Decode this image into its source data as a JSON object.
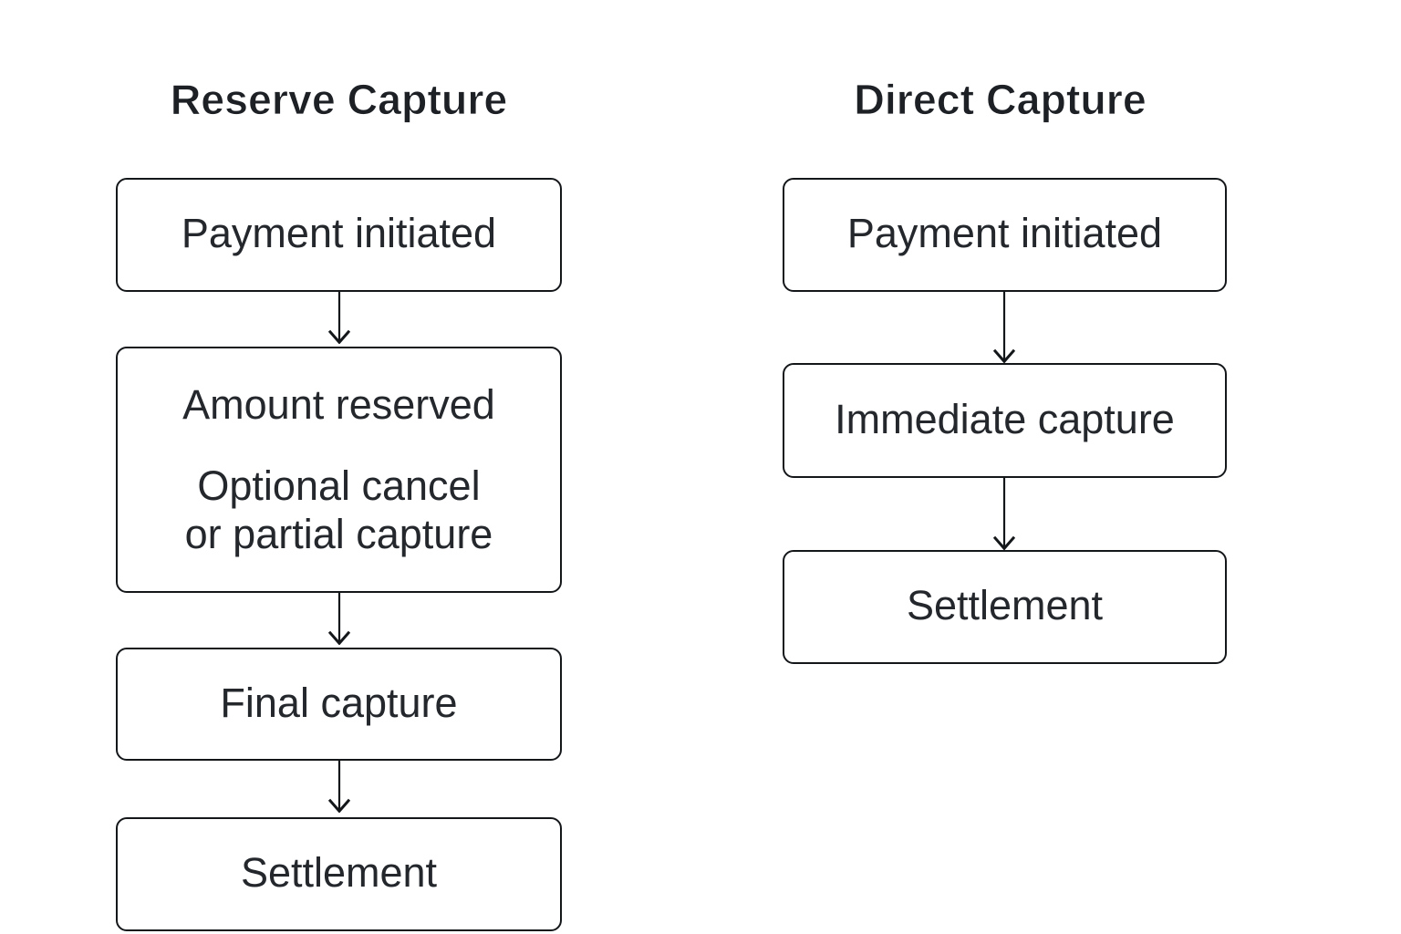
{
  "theme": {
    "background": "#ffffff",
    "node_background": "#ffffff",
    "stroke_color": "#14171a",
    "text_color": "#24282d",
    "title_color": "#1d2126"
  },
  "diagram": {
    "columns": [
      {
        "title": "Reserve Capture",
        "nodes": [
          {
            "label": "Payment initiated"
          },
          {
            "label": "Amount reserved",
            "sublabel_line1": "Optional cancel",
            "sublabel_line2": "or partial capture"
          },
          {
            "label": "Final capture"
          },
          {
            "label": "Settlement"
          }
        ]
      },
      {
        "title": "Direct Capture",
        "nodes": [
          {
            "label": "Payment initiated"
          },
          {
            "label": "Immediate capture"
          },
          {
            "label": "Settlement"
          }
        ]
      }
    ]
  }
}
